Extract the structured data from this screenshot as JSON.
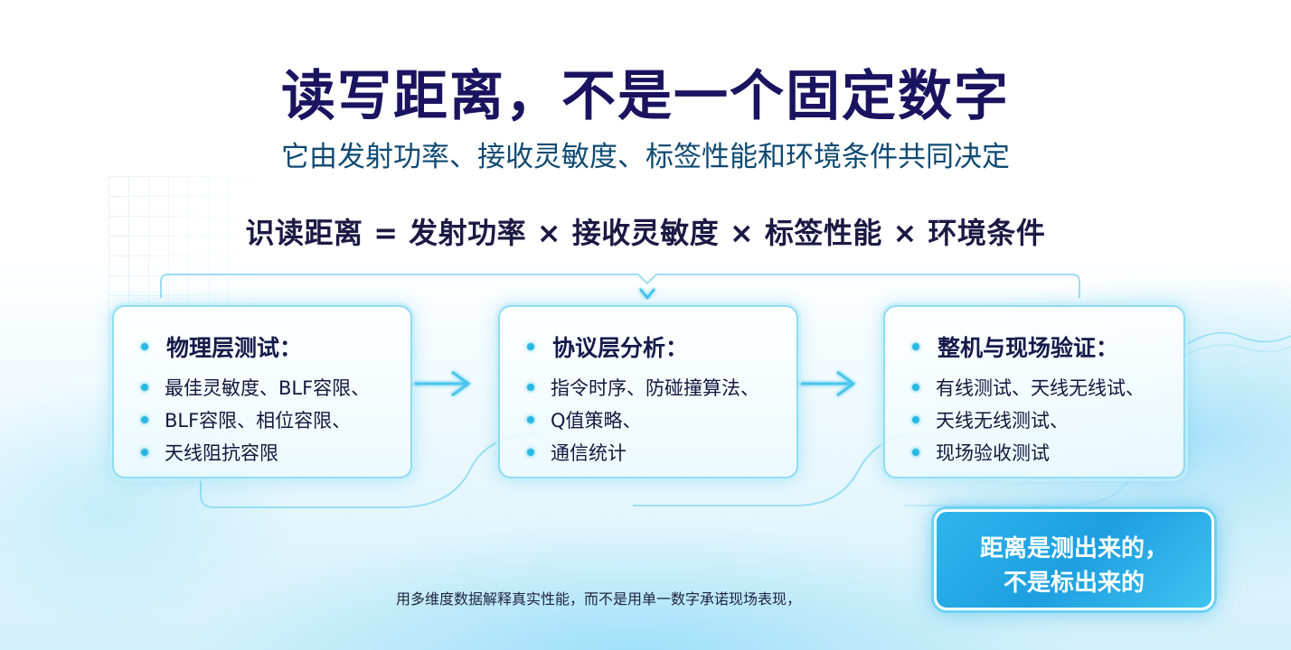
{
  "title": "读写距离，不是一个固定数字",
  "subtitle": "它由发射功率、接收灵敏度、标签性能和环境条件共同决定",
  "formula": "识读距离 = 发射功率 × 接收灵敏度 × 标签性能 × 环境条件",
  "cards": [
    {
      "heading": "物理层测试：",
      "items": [
        "最佳灵敏度、BLF容限、",
        "BLF容限、相位容限、",
        "天线阻抗容限"
      ]
    },
    {
      "heading": "协议层分析：",
      "items": [
        "指令时序、防碰撞算法、",
        "Q值策略、",
        "通信统计"
      ]
    },
    {
      "heading": "整机与现场验证：",
      "items": [
        "有线测试、天线无线试、",
        "天线无线测试、",
        "现场验收测试"
      ]
    }
  ],
  "footnote": "用多维度数据解释真实性能，而不是用单一数字承诺现场表现，",
  "callout": {
    "line1": "距离是测出来的，",
    "line2": "不是标出来的"
  },
  "colors": {
    "title": "#1a1460",
    "subtitle": "#0f4a72",
    "accent": "#2bb8e0",
    "callout_bg": "#1d9fe0"
  },
  "icons": [
    "bullet-dot-icon",
    "arrow-right-icon",
    "arrow-down-icon"
  ]
}
